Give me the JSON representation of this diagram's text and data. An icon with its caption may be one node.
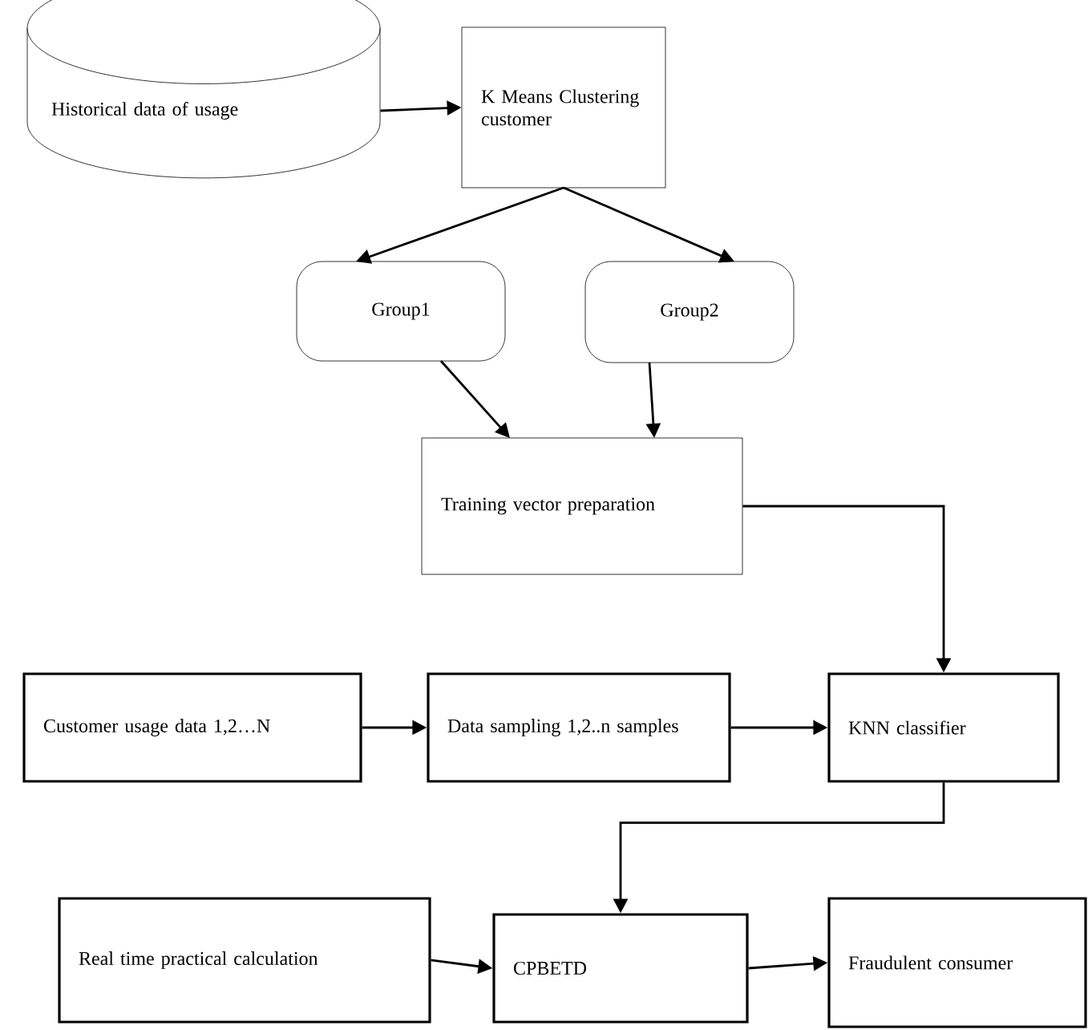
{
  "diagram": {
    "nodes": [
      {
        "text": [
          "Historical data of usage"
        ]
      },
      {
        "text": [
          "K Means Clustering customer"
        ]
      },
      {
        "text": [
          "Group1"
        ]
      },
      {
        "text": [
          "Group2"
        ]
      },
      {
        "text": [
          "Training vector preparation"
        ]
      },
      {
        "text": [
          "Customer usage data 1,2…N"
        ]
      },
      {
        "text": [
          "Data sampling 1,2..n samples"
        ]
      },
      {
        "text": [
          "KNN classifier"
        ]
      },
      {
        "text": [
          "Real time practical calculation"
        ]
      },
      {
        "text": [
          "CPBETD"
        ]
      },
      {
        "text": [
          "Fraudulent consumer"
        ]
      }
    ],
    "edges": [
      {
        "from": 0,
        "to": 1,
        "arrow": "to"
      },
      {
        "from": 1,
        "to": 2,
        "arrow": "to"
      },
      {
        "from": 1,
        "to": 3,
        "arrow": "to"
      },
      {
        "from": 2,
        "to": 4,
        "arrow": "to"
      },
      {
        "from": 3,
        "to": 4,
        "arrow": "to"
      },
      {
        "from": 4,
        "to": 7,
        "arrow": "to"
      },
      {
        "from": 5,
        "to": 6,
        "arrow": "to"
      },
      {
        "from": 6,
        "to": 7,
        "arrow": "to"
      },
      {
        "from": 7,
        "to": 9,
        "arrow": "to"
      },
      {
        "from": 8,
        "to": 9,
        "arrow": "to"
      },
      {
        "from": 9,
        "to": 10,
        "arrow": "to"
      }
    ]
  }
}
